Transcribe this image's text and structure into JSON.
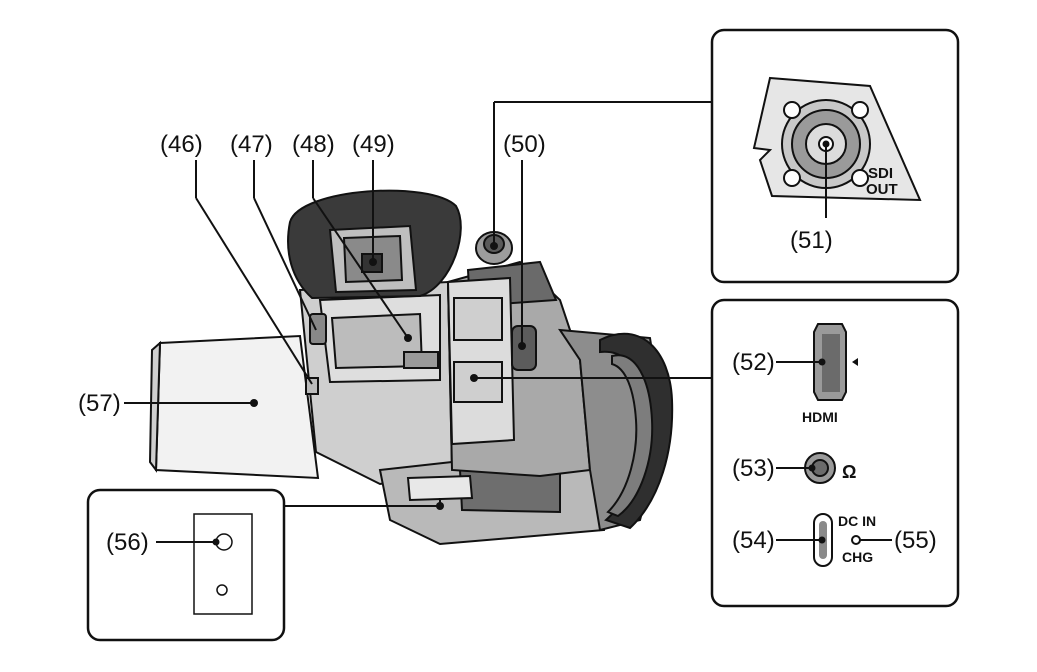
{
  "callouts": {
    "c46": "(46)",
    "c47": "(47)",
    "c48": "(48)",
    "c49": "(49)",
    "c50": "(50)",
    "c51": "(51)",
    "c52": "(52)",
    "c53": "(53)",
    "c54": "(54)",
    "c55": "(55)",
    "c56": "(56)",
    "c57": "(57)"
  },
  "port_labels": {
    "sdi_line1": "SDI",
    "sdi_line2": "OUT",
    "hdmi": "HDMI",
    "headphone": "Ω",
    "dc_in": "DC IN",
    "chg": "CHG"
  },
  "colors": {
    "line": "#111111",
    "body_gray": "#d2d2d2",
    "dark_gray": "#8c8c8c",
    "panel_gray": "#e6e6e6"
  }
}
